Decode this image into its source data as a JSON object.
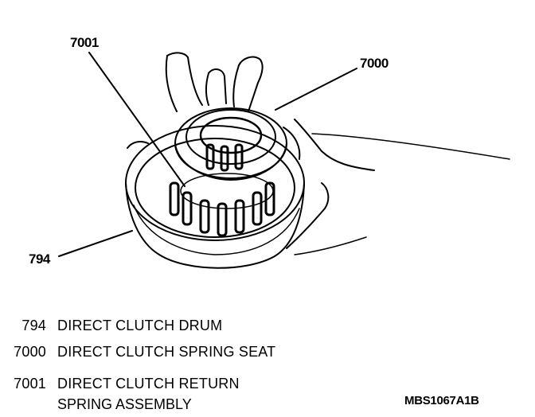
{
  "callouts": {
    "label_7001": "7001",
    "label_7000": "7000",
    "label_794": "794"
  },
  "legend": [
    {
      "number": "794",
      "description": "DIRECT CLUTCH DRUM"
    },
    {
      "number": "7000",
      "description": "DIRECT CLUTCH SPRING SEAT"
    },
    {
      "number": "7001",
      "description": "DIRECT CLUTCH RETURN",
      "description_line2": "SPRING ASSEMBLY"
    }
  ],
  "figure_code": "MBS1067A1B"
}
